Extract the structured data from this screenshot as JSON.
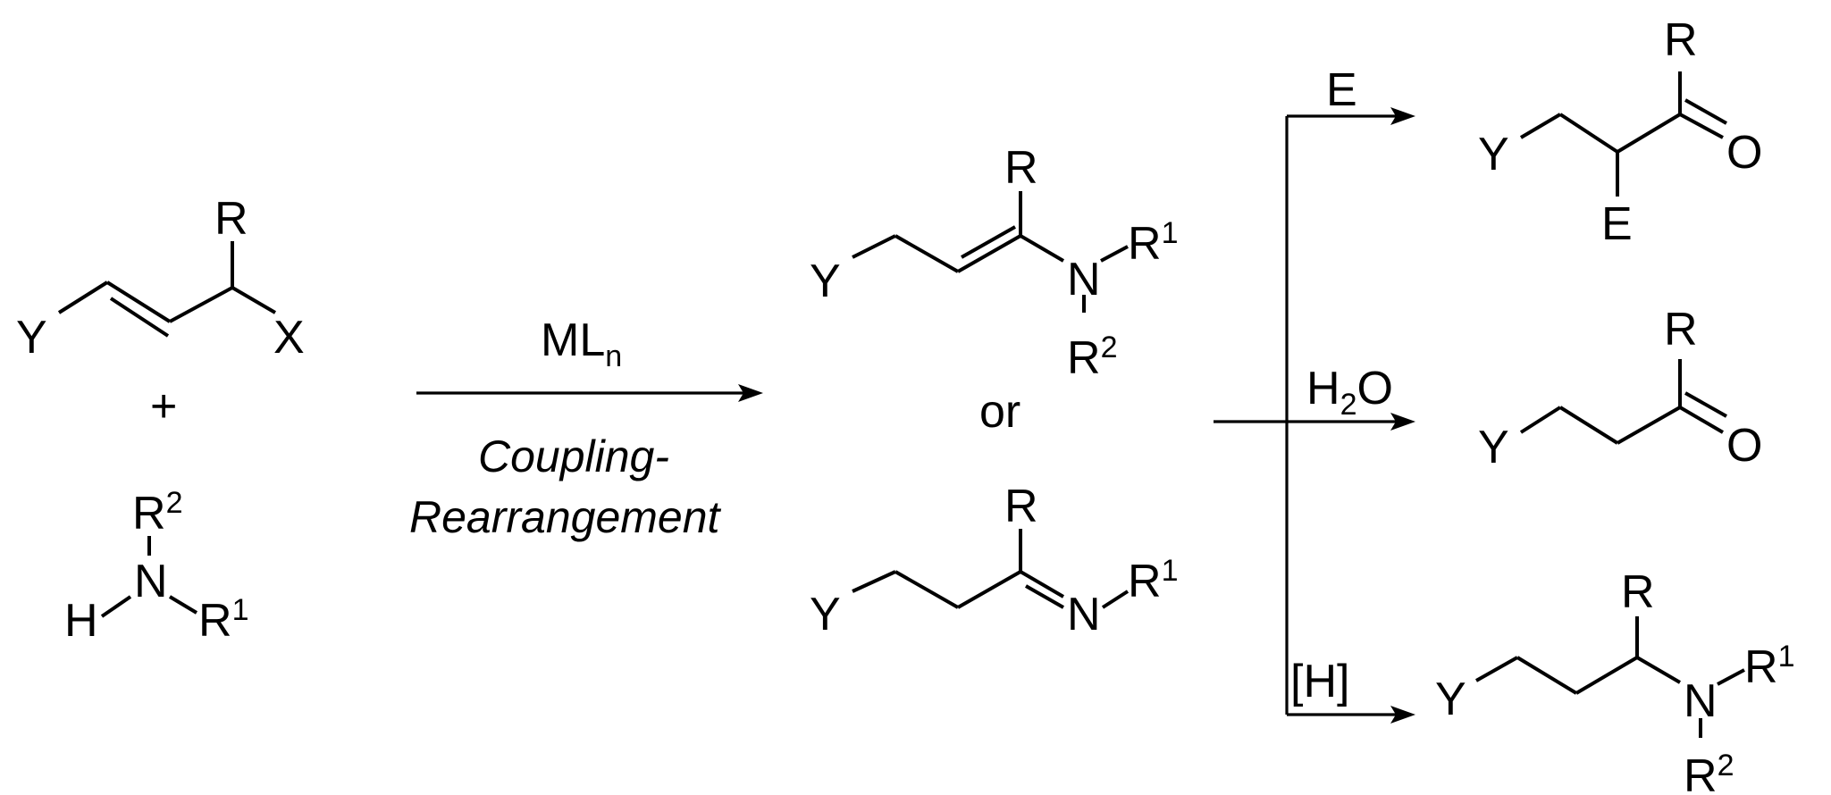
{
  "scheme": {
    "reactant_allyl": {
      "Y": "Y",
      "R": "R",
      "X": "X"
    },
    "plus_sign": "+",
    "reactant_amine": {
      "R2": "R",
      "R2_sup": "2",
      "N": "N",
      "H": "H",
      "R1": "R",
      "R1_sup": "1"
    },
    "main_arrow": {
      "reagent": "ML",
      "reagent_sub": "n",
      "label_line1": "Coupling-",
      "label_line2": "Rearrangement"
    },
    "enamine": {
      "Y": "Y",
      "R": "R",
      "N": "N",
      "R1": "R",
      "R1_sup": "1",
      "R2": "R",
      "R2_sup": "2"
    },
    "or_text": "or",
    "imine": {
      "Y": "Y",
      "R": "R",
      "N": "N",
      "R1": "R",
      "R1_sup": "1"
    },
    "branch_labels": {
      "E": "E",
      "H2O_pre": "H",
      "H2O_sub": "2",
      "H2O_post": "O",
      "H": "[H]"
    },
    "product_alkylated_ketone": {
      "Y": "Y",
      "R": "R",
      "O": "O",
      "E": "E"
    },
    "product_ketone": {
      "Y": "Y",
      "R": "R",
      "O": "O"
    },
    "product_amine": {
      "Y": "Y",
      "R": "R",
      "N": "N",
      "R1": "R",
      "R1_sup": "1",
      "R2": "R",
      "R2_sup": "2"
    }
  }
}
